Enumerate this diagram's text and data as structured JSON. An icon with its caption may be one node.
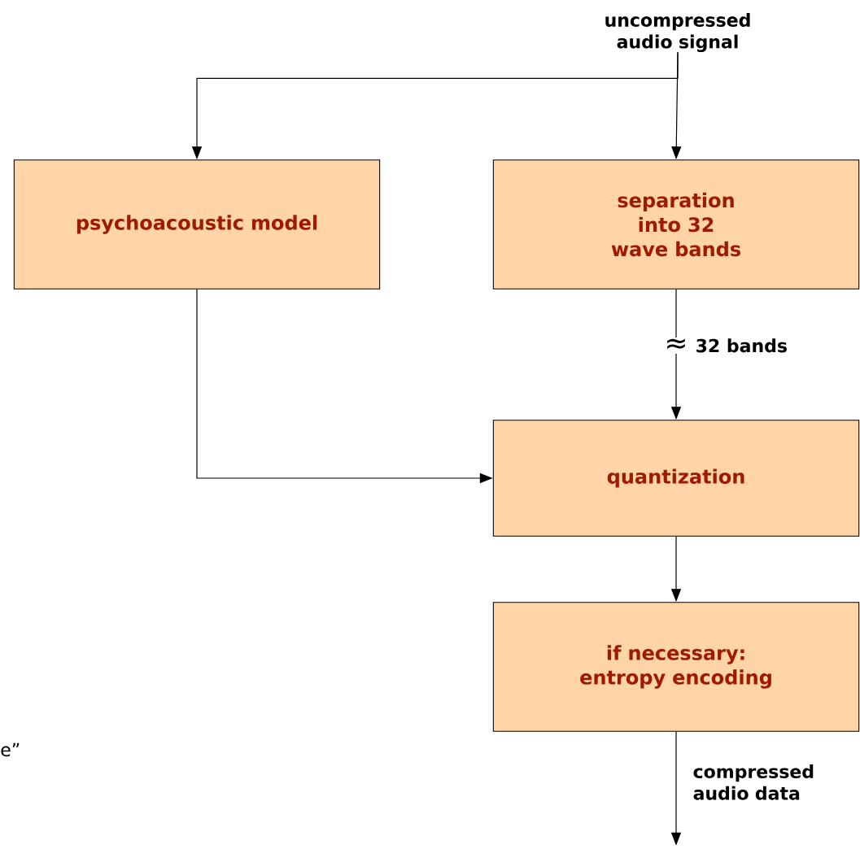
{
  "diagram": {
    "nodes": [
      {
        "text": [
          "uncompressed audio signal"
        ]
      },
      {
        "text": [
          "psychoacoustic model"
        ]
      },
      {
        "text": [
          "separation into 32 wave bands"
        ]
      },
      {
        "text": [
          "quantization"
        ]
      },
      {
        "text": [
          "if necessary: entropy encoding"
        ]
      }
    ],
    "edges": [
      {
        "from": 0,
        "to": 1,
        "arrow": "to"
      },
      {
        "from": 0,
        "to": 2,
        "arrow": "to"
      },
      {
        "from": 1,
        "to": 3,
        "arrow": "to"
      },
      {
        "from": 2,
        "to": 3,
        "arrow": "to",
        "label": "32 bands"
      },
      {
        "from": 3,
        "to": 4,
        "arrow": "to"
      },
      {
        "from": 4,
        "to": null,
        "arrow": "to",
        "label": "compressed audio data"
      }
    ],
    "labels": [
      "≈",
      "e”"
    ]
  }
}
